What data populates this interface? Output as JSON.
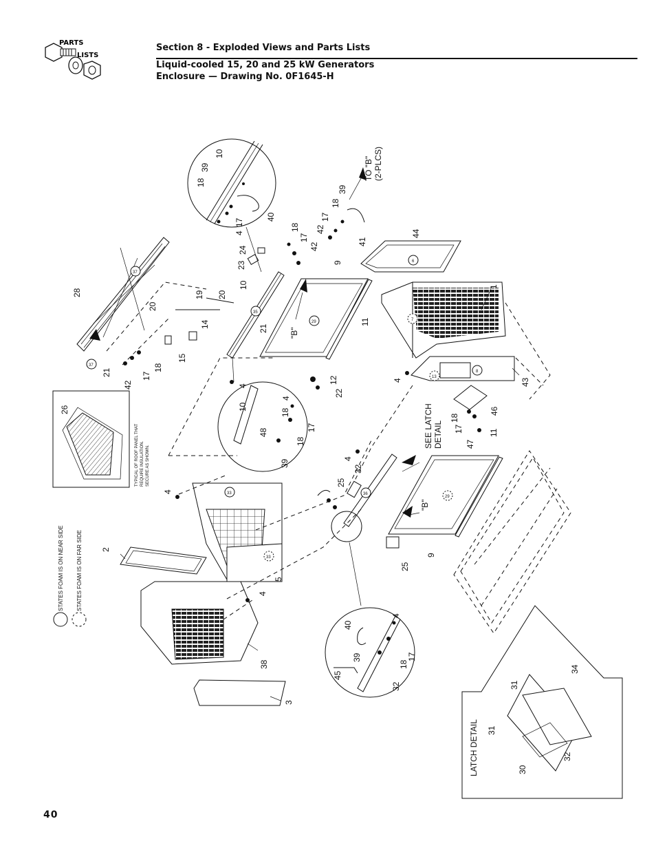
{
  "header": {
    "section": "Section 8 - Exploded Views and Parts Lists",
    "subtitle_line1": "Liquid-cooled 15, 20 and 25 kW Generators",
    "subtitle_line2": "Enclosure — Drawing No. 0F1645-H"
  },
  "logo": {
    "line1": "PARTS",
    "line2": "LISTS"
  },
  "page_number": "40",
  "callouts": {
    "n1": "1",
    "n2": "2",
    "n3": "3",
    "n4": "4",
    "n5": "5",
    "n9": "9",
    "n10": "10",
    "n11": "11",
    "n12": "12",
    "n14": "14",
    "n15": "15",
    "n17": "17",
    "n18": "18",
    "n19": "19",
    "n20": "20",
    "n21": "21",
    "n22": "22",
    "n23": "23",
    "n24": "24",
    "n25": "25",
    "n26": "26",
    "n28": "28",
    "n30": "30",
    "n31": "31",
    "n32": "32",
    "n34": "34",
    "n38": "38",
    "n39": "39",
    "n40": "40",
    "n41": "41",
    "n42": "42",
    "n43": "43",
    "n44": "44",
    "n45": "45",
    "n46": "46",
    "n47": "47",
    "n48": "48"
  },
  "foam_circles": {
    "c6": "6",
    "c7": "7",
    "c8": "8",
    "c13": "13",
    "c29": "29",
    "c33": "33",
    "c35": "35",
    "c36": "36",
    "c37": "37"
  },
  "notes": {
    "b_label": "\"B\"",
    "to_b_line1": "TO \"B\"",
    "to_b_line2": "(2-PLCS)",
    "see_latch_line1": "SEE LATCH",
    "see_latch_line2": "DETAIL",
    "latch_detail": "LATCH DETAIL",
    "roof_note_line1": "TYPICAL OF ROOF PANEL THAT",
    "roof_note_line2": "REQUIRE INSULATION.",
    "roof_note_line3": "SECURE AS SHOWN.",
    "legend_near": "STATES FOAM IS ON NEAR SIDE",
    "legend_far": "STATES FOAM IS ON FAR SIDE"
  }
}
